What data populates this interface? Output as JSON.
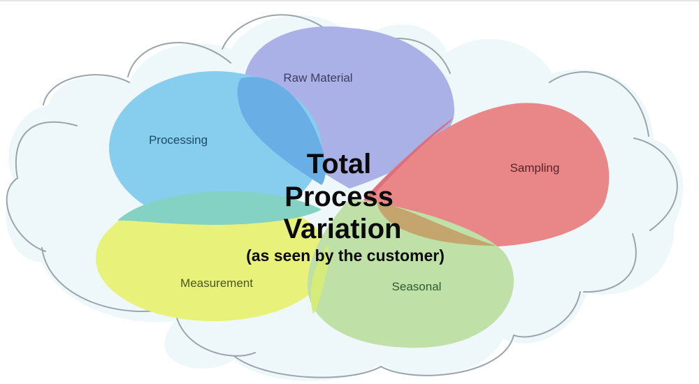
{
  "diagram": {
    "title_lines": [
      "Total",
      "Process",
      "Variation"
    ],
    "subtitle": "(as seen by the customer)",
    "colors": {
      "cloud_fill": "#eef7fa",
      "cloud_stroke": "#9aa4ab",
      "raw_material": "#a9b1e6",
      "processing": "#86cdee",
      "sampling": "#e88688",
      "measurement": "#e8f27a",
      "seasonal": "#bfe0a6",
      "processing_raw_overlap": "#6aaee6",
      "processing_measurement_overlap": "#84d2c4",
      "sampling_seasonal_overlap": "#c4a56e"
    },
    "petals": [
      {
        "id": "raw-material",
        "label": "Raw Material"
      },
      {
        "id": "processing",
        "label": "Processing"
      },
      {
        "id": "sampling",
        "label": "Sampling"
      },
      {
        "id": "measurement",
        "label": "Measurement"
      },
      {
        "id": "seasonal",
        "label": "Seasonal"
      }
    ]
  }
}
